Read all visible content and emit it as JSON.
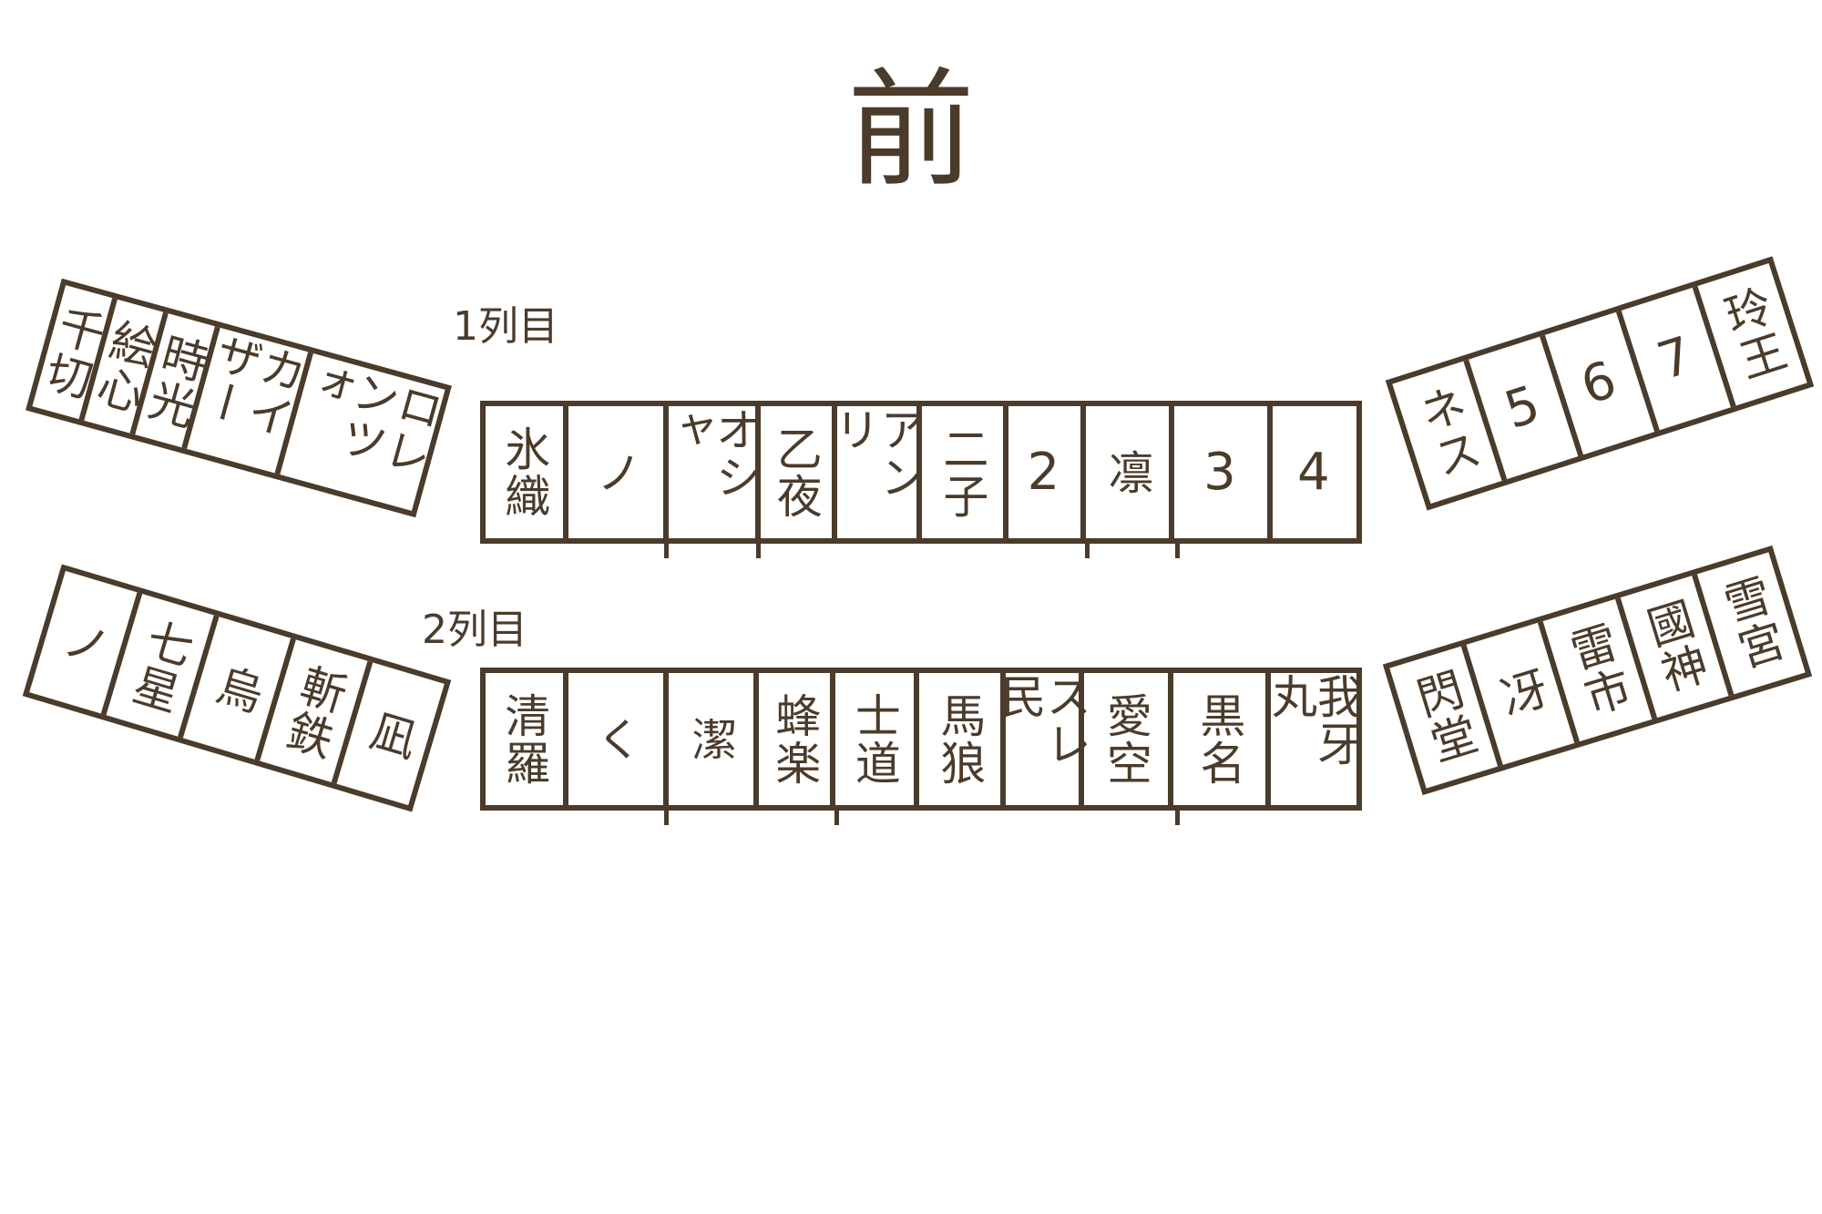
{
  "title": "前",
  "row_labels": {
    "row1": "1列目",
    "row2": "2列目"
  },
  "blocks": {
    "left_row1": [
      "千切",
      "絵心",
      "時光",
      "カイザー",
      "ロレンツォ"
    ],
    "center_row1": [
      "氷織",
      "ノ",
      "オシャ",
      "乙夜",
      "アンリ",
      "二子",
      "2",
      "凛",
      "3",
      "4"
    ],
    "right_row1": [
      "ネス",
      "5",
      "6",
      "7",
      "玲王"
    ],
    "left_row2": [
      "ノ",
      "七星",
      "烏",
      "斬鉄",
      "凪"
    ],
    "center_row2": [
      "清羅",
      "く",
      "潔",
      "蜂楽",
      "士道",
      "馬狼",
      "スレ民",
      "愛空",
      "黒名",
      "我牙丸"
    ],
    "right_row2": [
      "閃堂",
      "冴",
      "雷市",
      "國神",
      "雪宮"
    ]
  },
  "colors": {
    "ink": "#4b3b2b",
    "background": "#ffffff"
  }
}
